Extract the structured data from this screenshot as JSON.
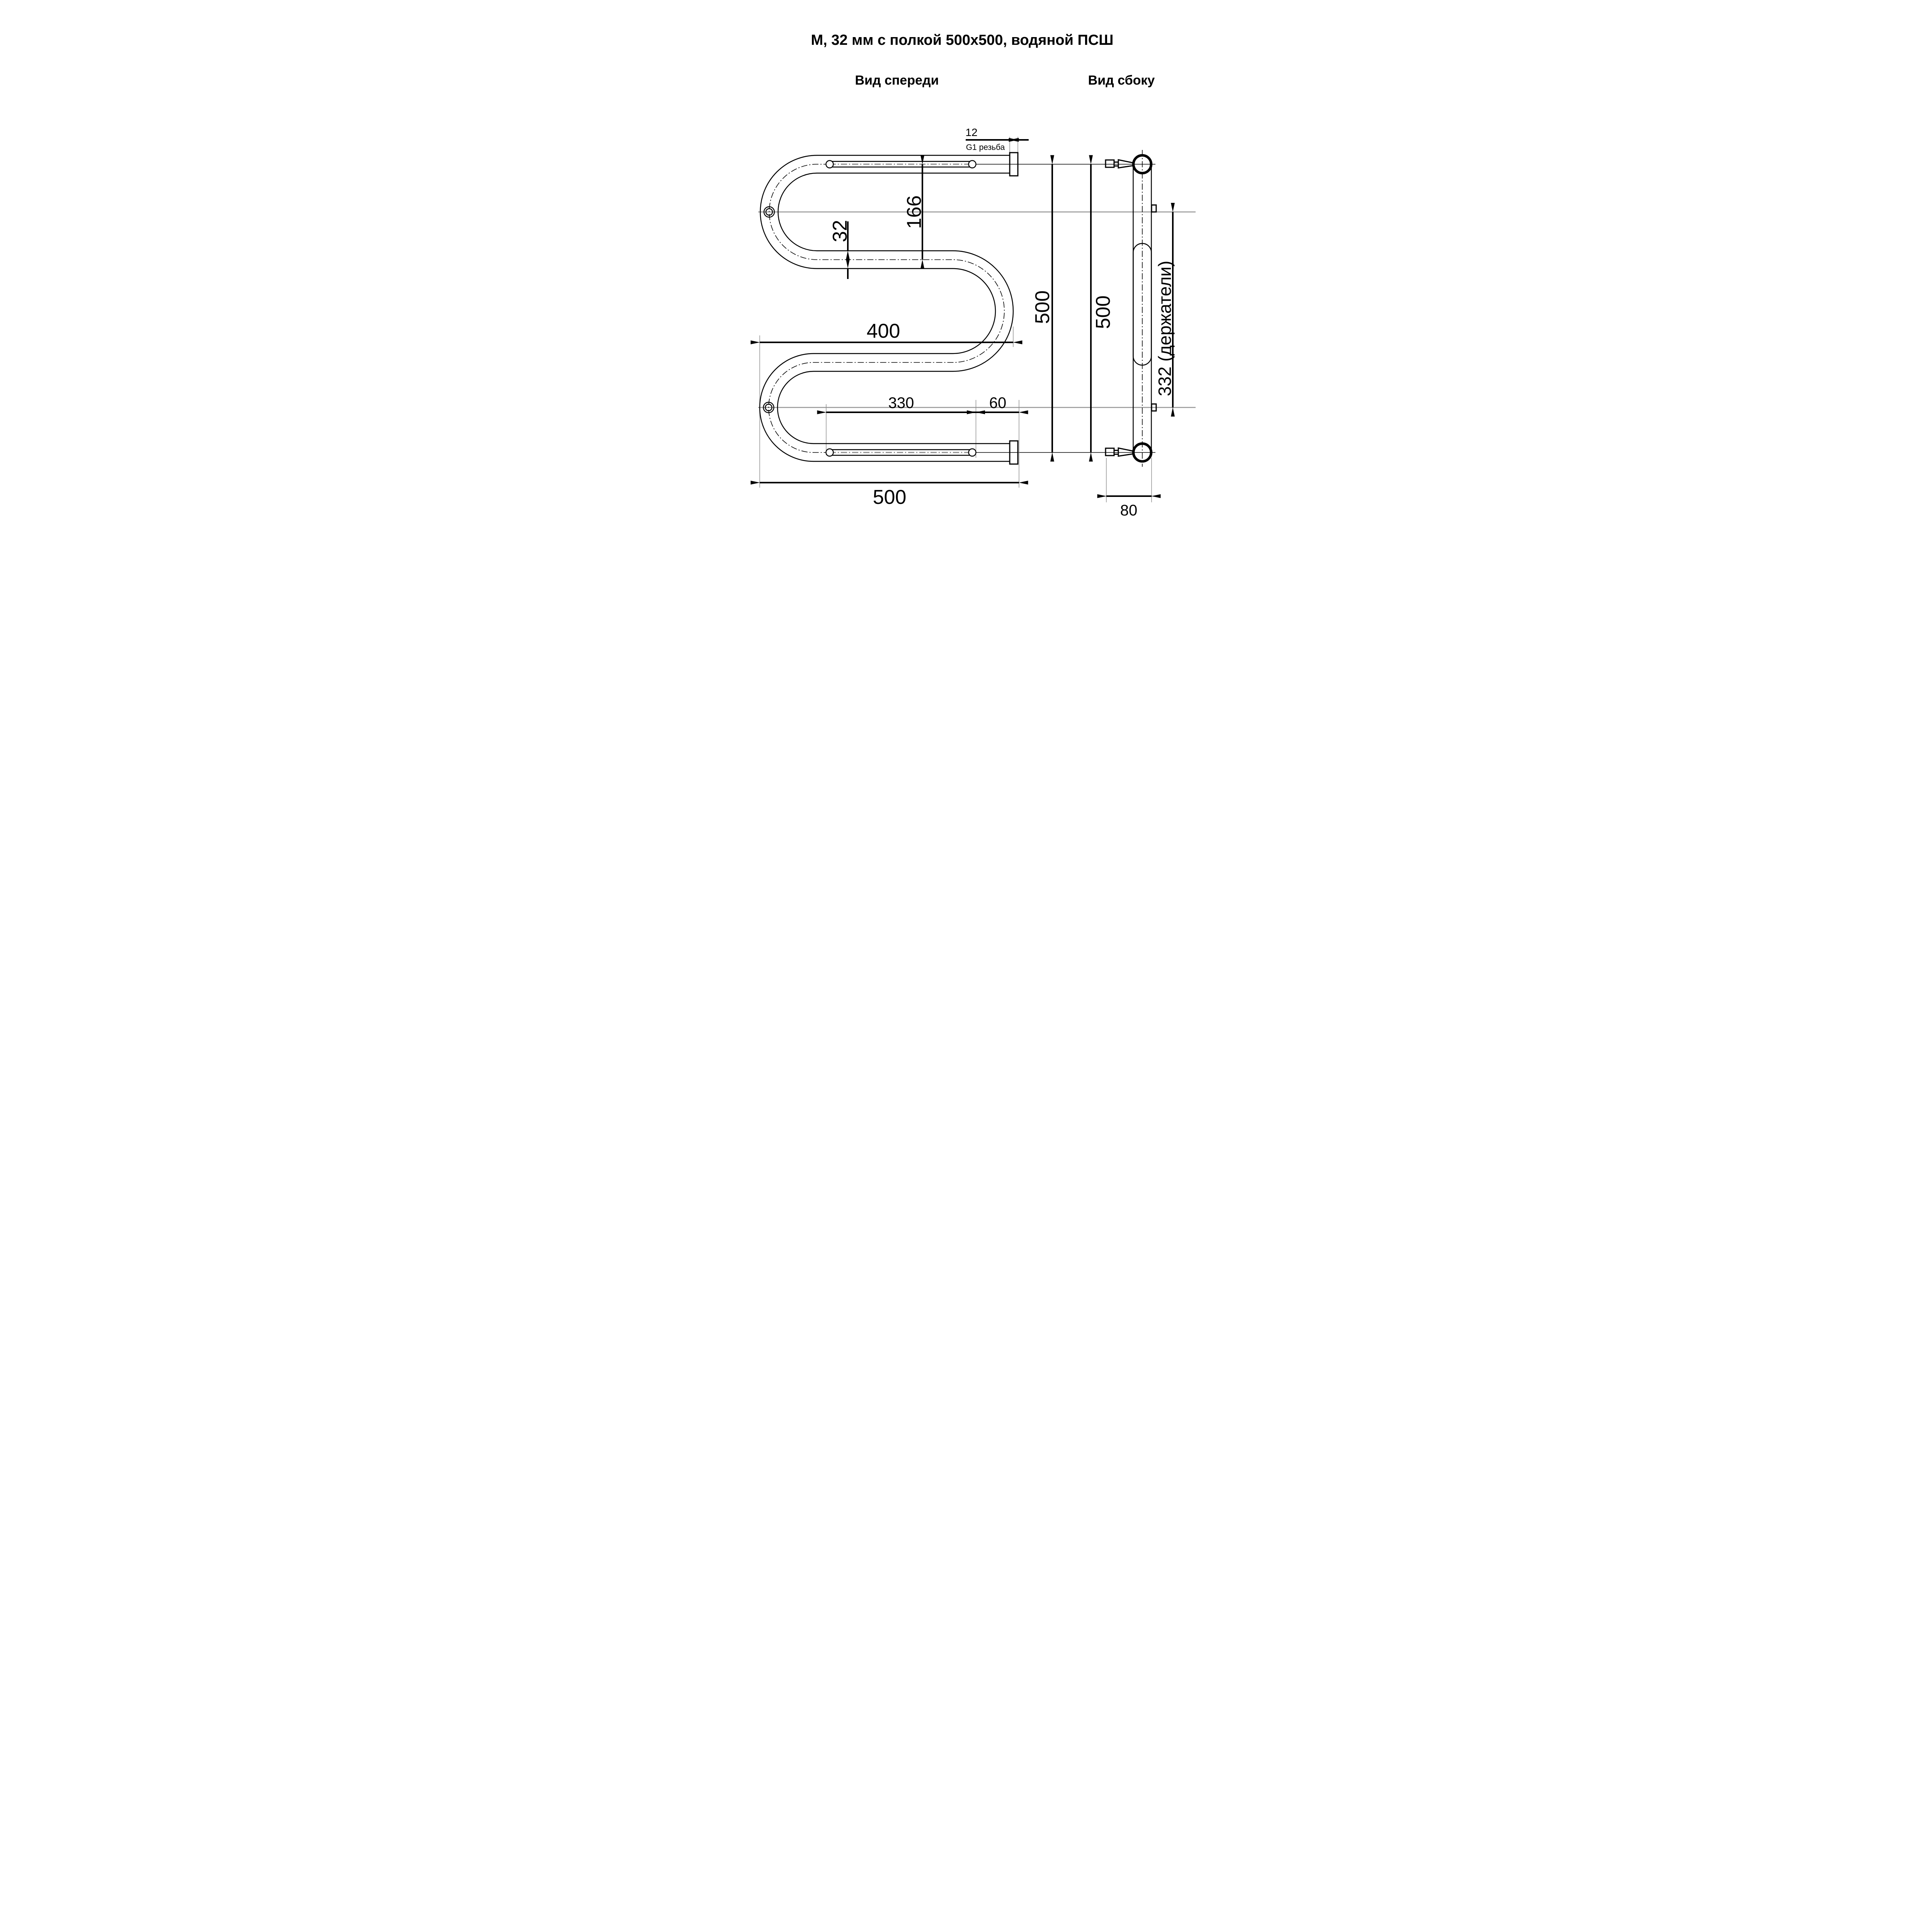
{
  "title": "М, 32 мм с полкой 500х500, водяной ПСШ",
  "views": {
    "front": "Вид спереди",
    "side": "Вид сбоку"
  },
  "dimensions": {
    "thread_len": "12",
    "thread_note": "G1 резьба",
    "top_offset": "166",
    "pipe_dia": "32",
    "mid_width": "400",
    "front_height": "500",
    "shelf_len": "330",
    "shelf_gap": "60",
    "overall_width": "500",
    "side_height": "500",
    "holders": "332 (держатели)",
    "depth": "80"
  },
  "colors": {
    "ink": "#000000",
    "projection_gray": "#9e9e9e",
    "centerline_gray": "#8f8f8f",
    "background": "#ffffff"
  }
}
